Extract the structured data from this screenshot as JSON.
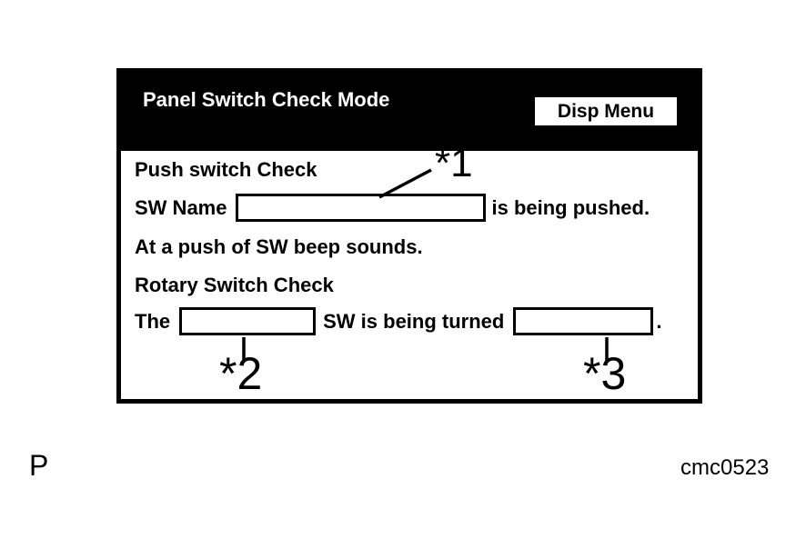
{
  "page": {
    "corner_label": "P",
    "figure_code": "cmc0523"
  },
  "screen": {
    "header": {
      "title": "Panel Switch Check Mode",
      "disp_menu_label": "Disp Menu"
    },
    "push_check": {
      "heading": "Push switch Check",
      "sw_name_label": "SW Name",
      "sw_name_value": "",
      "pushed_suffix": "is being pushed.",
      "beep_note": "At a push of SW beep sounds."
    },
    "rotary_check": {
      "heading": "Rotary Switch Check",
      "prefix": "The",
      "rotary_sw_value": "",
      "middle": "SW is being turned",
      "direction_value": "",
      "period": "."
    },
    "callouts": {
      "c1": "*1",
      "c2": "*2",
      "c3": "*3"
    }
  },
  "colors": {
    "screen_header_bg": "#000000",
    "screen_header_text": "#ffffff",
    "screen_body_bg": "#ffffff",
    "ink": "#000000"
  }
}
